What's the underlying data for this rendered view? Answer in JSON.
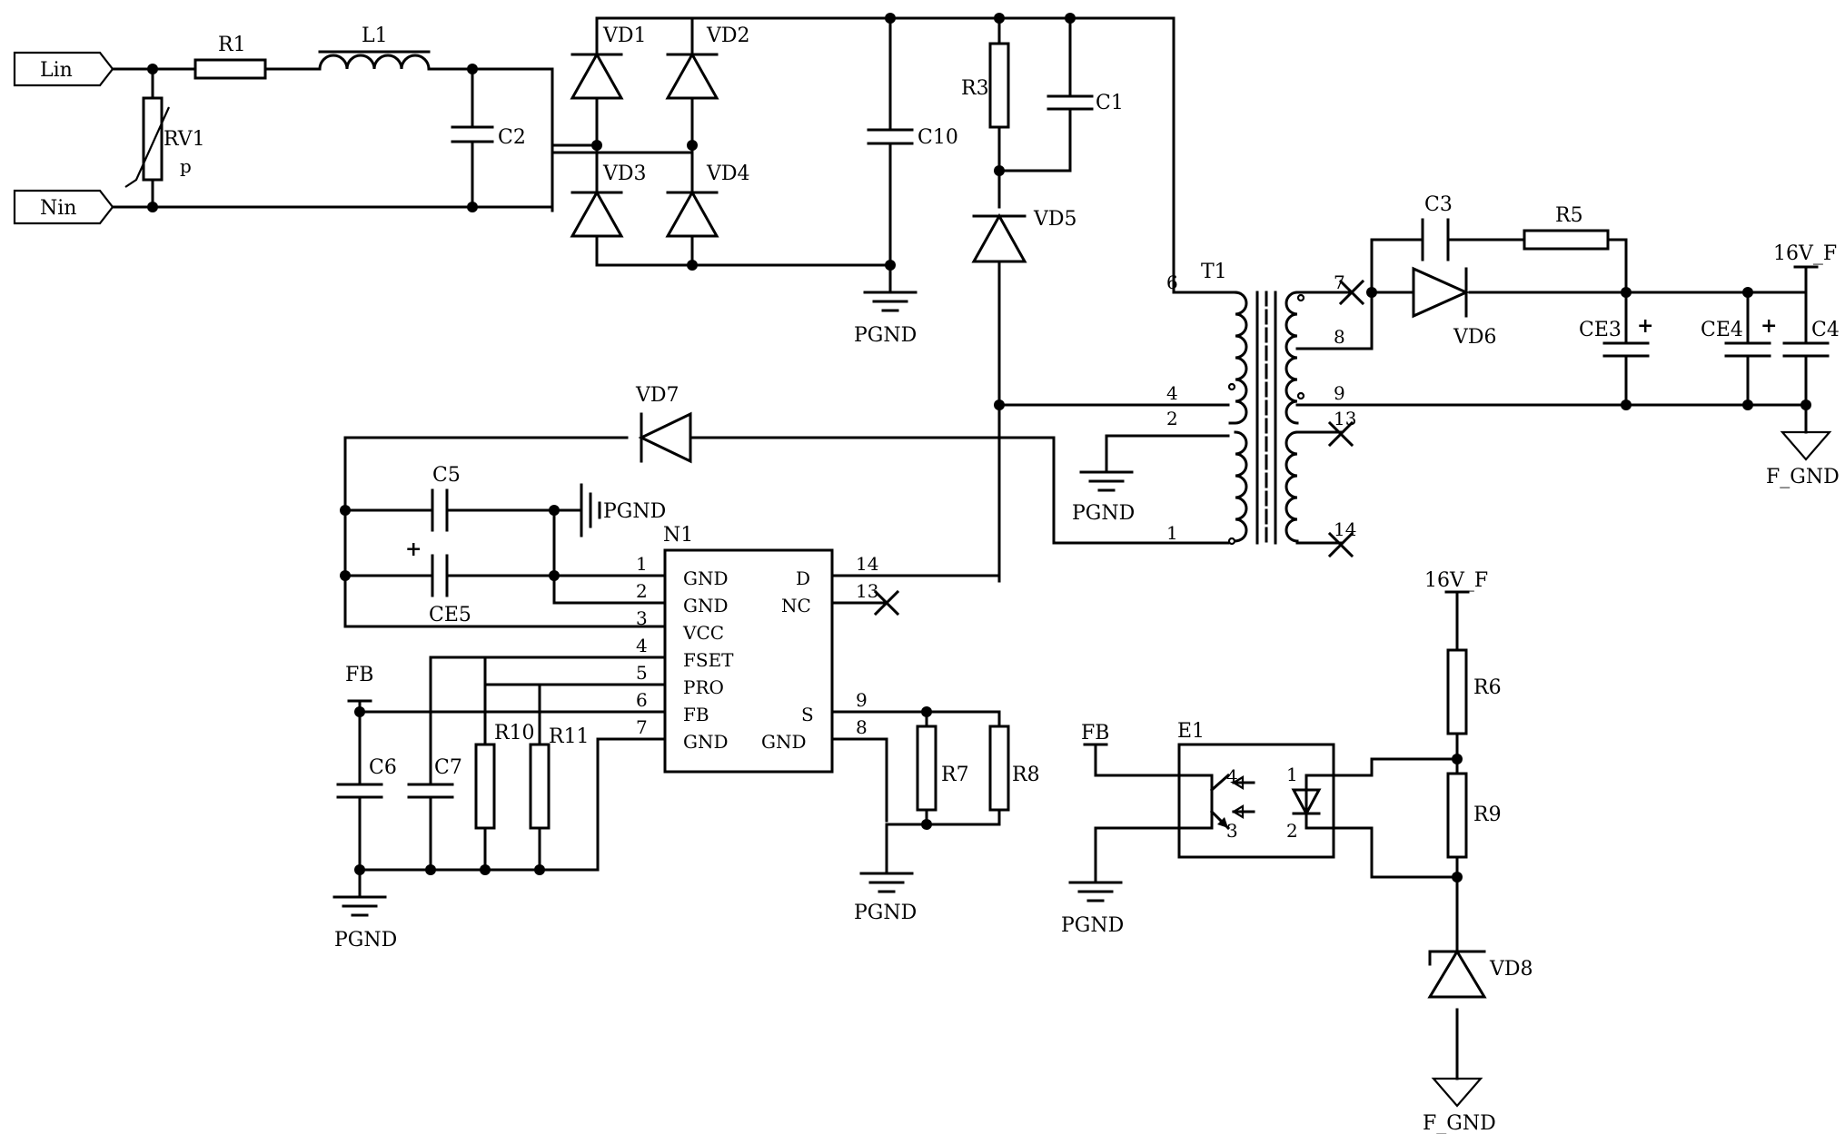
{
  "ports": {
    "lin": "Lin",
    "nin": "Nin"
  },
  "refs": {
    "RV1": "RV1",
    "R1": "R1",
    "L1": "L1",
    "C2": "C2",
    "VD1": "VD1",
    "VD2": "VD2",
    "VD3": "VD3",
    "VD4": "VD4",
    "C10": "C10",
    "R3": "R3",
    "C1": "C1",
    "VD5": "VD5",
    "T1": "T1",
    "C3": "C3",
    "R5": "R5",
    "VD6": "VD6",
    "CE3": "CE3",
    "CE4": "CE4",
    "C4": "C4",
    "VD7": "VD7",
    "C5": "C5",
    "CE5": "CE5",
    "N1": "N1",
    "C6": "C6",
    "C7": "C7",
    "R10": "R10",
    "R11": "R11",
    "R7": "R7",
    "R8": "R8",
    "E1": "E1",
    "R6": "R6",
    "R9": "R9",
    "VD8": "VD8"
  },
  "nets": {
    "pgnd": "PGND",
    "fgnd": "F_GND",
    "v16": "16V_F",
    "fb": "FB"
  },
  "ic_pins_left": [
    {
      "num": "1",
      "name": "GND"
    },
    {
      "num": "2",
      "name": "GND"
    },
    {
      "num": "3",
      "name": "VCC"
    },
    {
      "num": "4",
      "name": "FSET"
    },
    {
      "num": "5",
      "name": "PRO"
    },
    {
      "num": "6",
      "name": "FB"
    },
    {
      "num": "7",
      "name": "GND"
    }
  ],
  "ic_pins_right": [
    {
      "num": "14",
      "name": "D"
    },
    {
      "num": "13",
      "name": "NC"
    },
    {
      "num": "9",
      "name": "S"
    },
    {
      "num": "8",
      "name": "GND"
    }
  ],
  "t1_pins": {
    "p6": "6",
    "p4": "4",
    "p2": "2",
    "p1": "1",
    "p7": "7",
    "p8": "8",
    "p9": "9",
    "p13": "13",
    "p14": "14"
  },
  "e1_pins": {
    "p1": "1",
    "p2": "2",
    "p3": "3",
    "p4": "4"
  },
  "polarity_marks": {
    "ce3": "+",
    "ce4": "+",
    "ce5": "+"
  }
}
